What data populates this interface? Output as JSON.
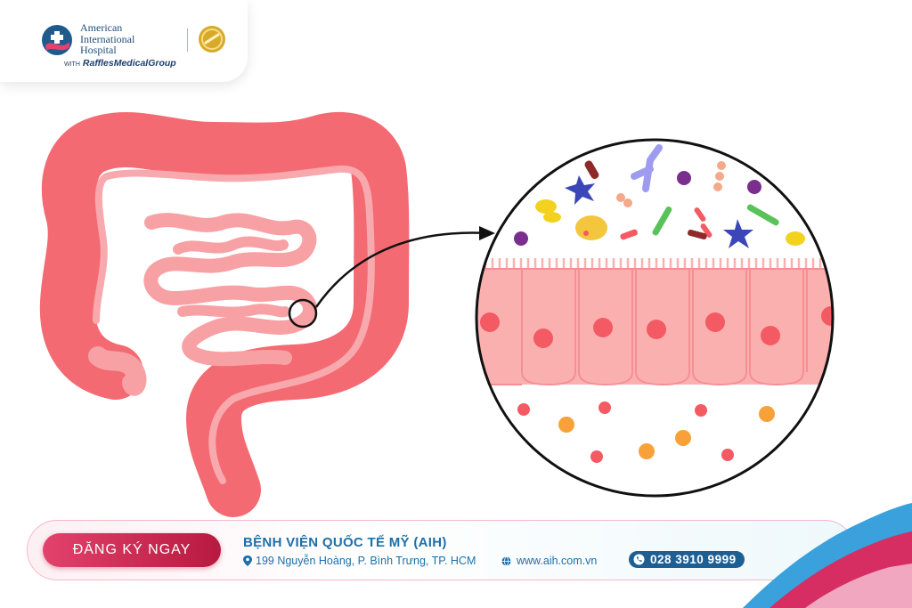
{
  "logo": {
    "line1": "American",
    "line2": "International",
    "line3": "Hospital",
    "with": "WITH",
    "group": "RafflesMedicalGroup",
    "mark_icon": "aih-logo-icon",
    "seal_icon": "accreditation-seal-icon"
  },
  "illustration": {
    "intestine_icon": "intestine-illustration",
    "magnifier_icon": "gut-microbiome-zoom",
    "colors": {
      "colon": "#f46a72",
      "small_intestine": "#f8a1a4",
      "cells": "#fbb0b0",
      "nucleus": "#f35a63"
    }
  },
  "footer": {
    "register_label": "ĐĂNG KÝ NGAY",
    "hospital_name": "BỆNH VIỆN QUỐC TẾ MỸ (AIH)",
    "address": "199 Nguyễn Hoàng, P. Bình Trưng, TP. HCM",
    "website": "www.aih.com.vn",
    "phone": "028 3910 9999",
    "address_icon": "location-pin-icon",
    "website_icon": "globe-icon",
    "phone_icon": "phone-icon",
    "accent": "#c8224a",
    "brand_blue": "#1d6fa8"
  }
}
